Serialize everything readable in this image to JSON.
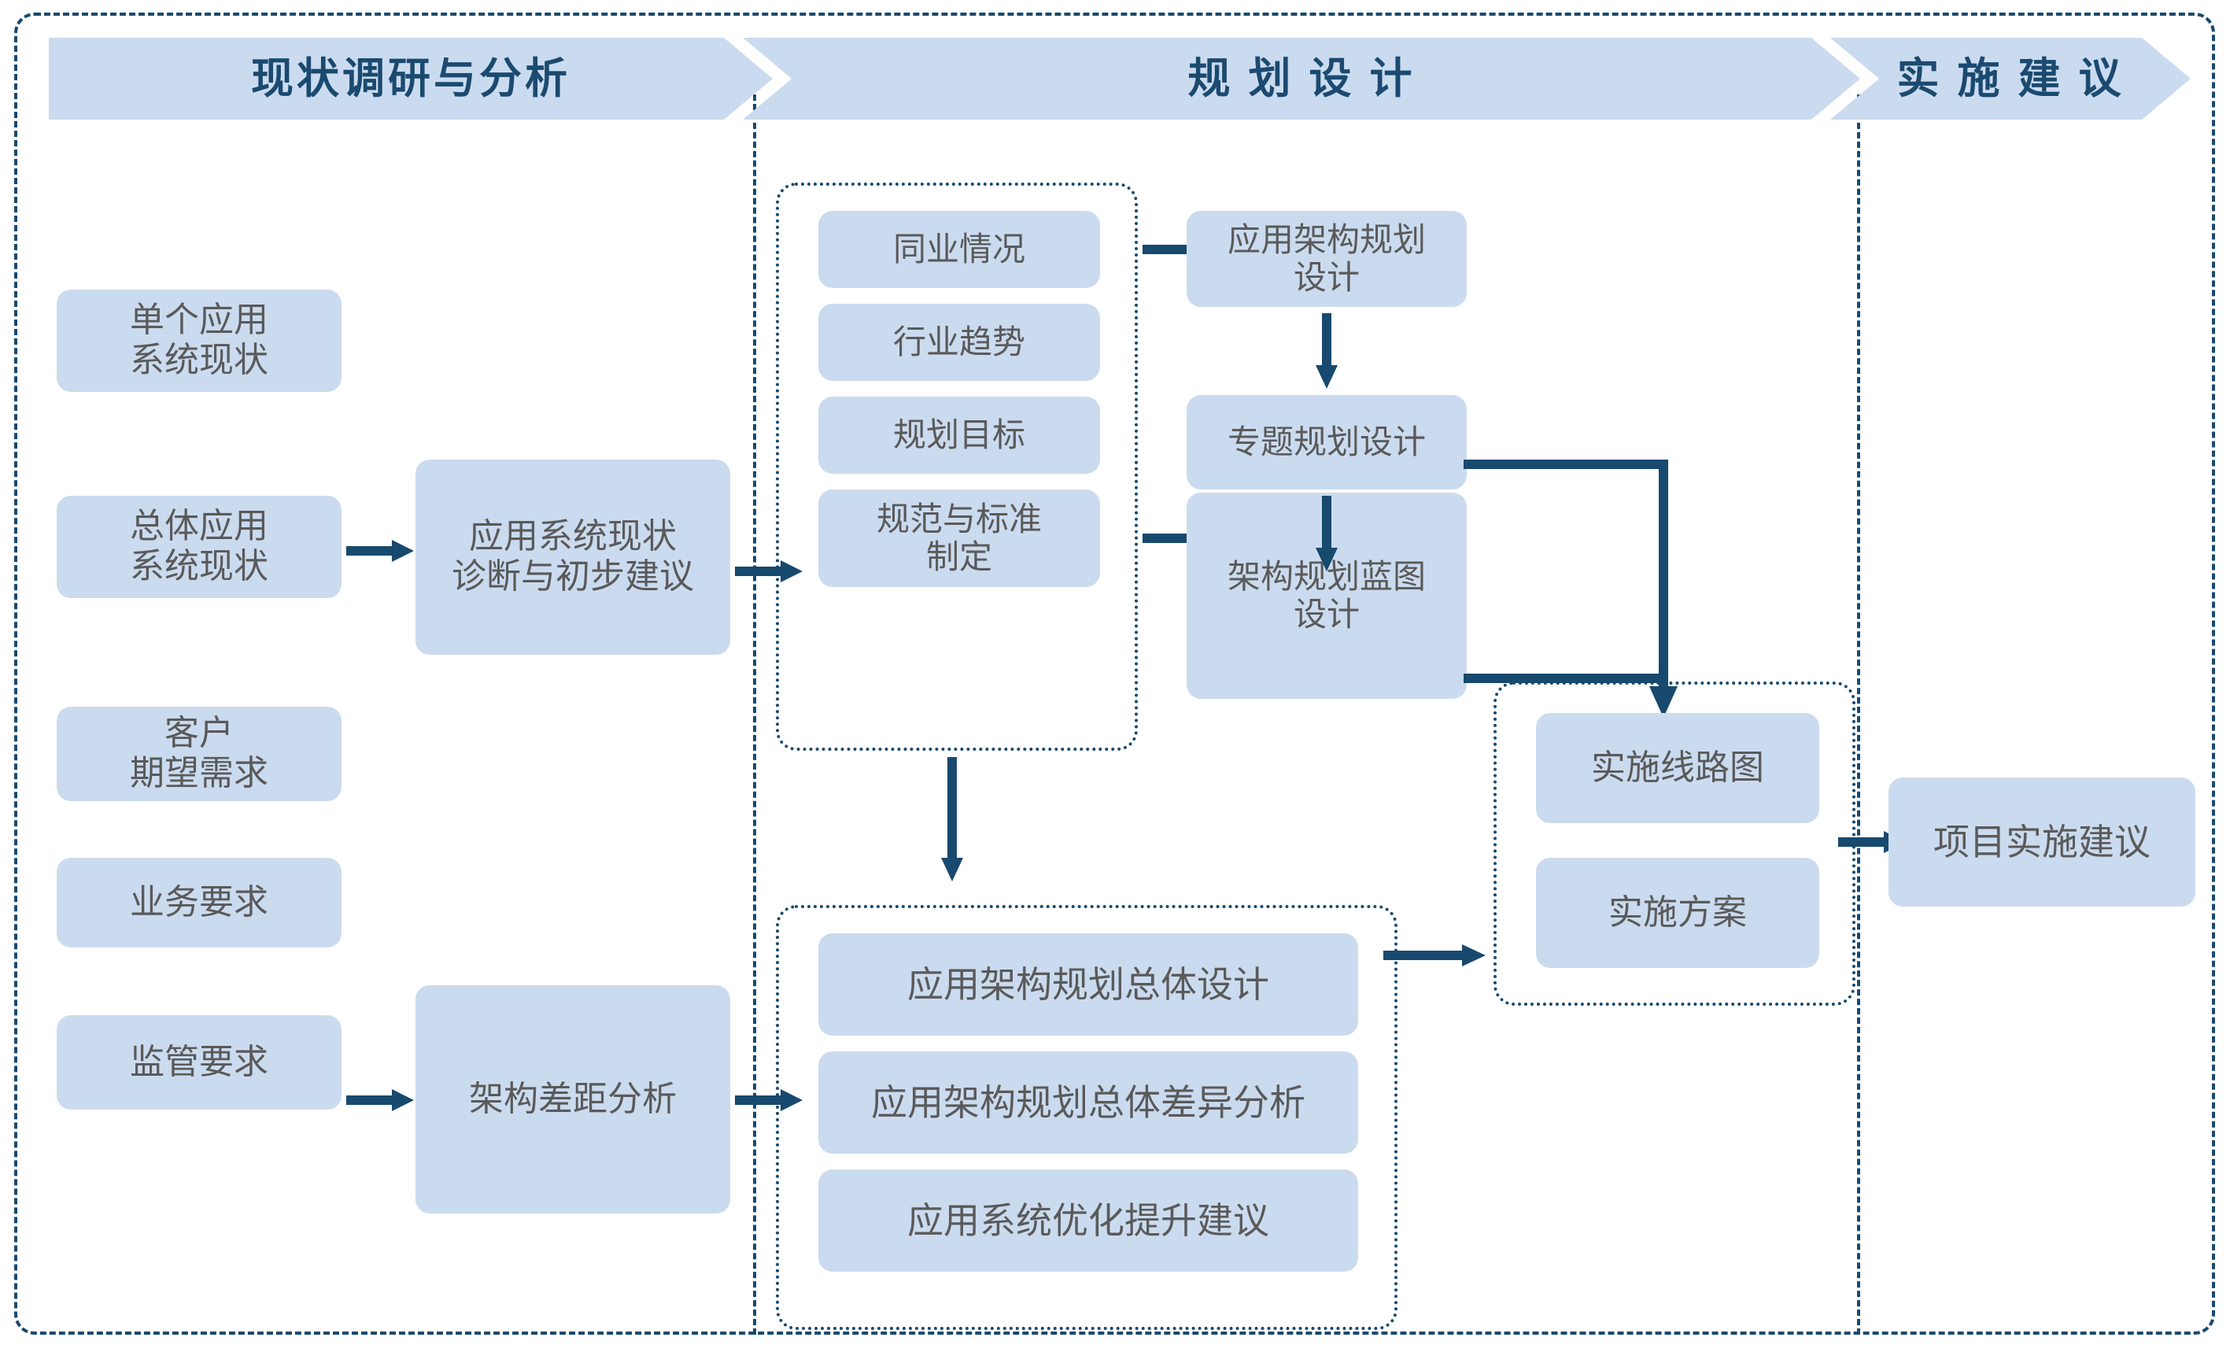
{
  "diagram": {
    "title_bar_color": "#cbdbef",
    "node_fill": "#cbdbef",
    "line_color": "#18496e",
    "node_text_color": "#5a5a5a",
    "banner_text_color": "#1b4a70"
  },
  "phases": [
    {
      "id": "phase-1",
      "label": "现状调研与分析"
    },
    {
      "id": "phase-2",
      "label": "规 划 设 计"
    },
    {
      "id": "phase-3",
      "label": "实 施 建 议"
    }
  ],
  "inputs": [
    {
      "id": "input-1",
      "label": "单个应用\n系统现状"
    },
    {
      "id": "input-2",
      "label": "总体应用\n系统现状"
    },
    {
      "id": "input-3",
      "label": "客户\n期望需求"
    },
    {
      "id": "input-4",
      "label": "业务要求"
    },
    {
      "id": "input-5",
      "label": "监管要求"
    }
  ],
  "analysis": [
    {
      "id": "analysis-1",
      "label": "应用系统现状\n诊断与初步建议"
    },
    {
      "id": "analysis-2",
      "label": "架构差距分析"
    }
  ],
  "inputs_group": {
    "id": "planning-inputs-group",
    "items": [
      {
        "id": "peer-status",
        "label": "同业情况"
      },
      {
        "id": "industry-trend",
        "label": "行业趋势"
      },
      {
        "id": "planning-goal",
        "label": "规划目标"
      },
      {
        "id": "standards",
        "label": "规范与标准\n制定"
      }
    ]
  },
  "design_chain": [
    {
      "id": "app-arch-planning-design",
      "label": "应用架构规划\n设计"
    },
    {
      "id": "topic-planning-design",
      "label": "专题规划设计"
    },
    {
      "id": "arch-blueprint-design",
      "label": "架构规划蓝图\n设计"
    }
  ],
  "overall_group": {
    "id": "overall-design-group",
    "items": [
      {
        "id": "overall-design",
        "label": "应用架构规划总体设计"
      },
      {
        "id": "overall-gap-analysis",
        "label": "应用架构规划总体差异分析"
      },
      {
        "id": "optimization-advice",
        "label": "应用系统优化提升建议"
      }
    ]
  },
  "implementation_group": {
    "id": "implementation-group",
    "items": [
      {
        "id": "implementation-roadmap",
        "label": "实施线路图"
      },
      {
        "id": "implementation-plan",
        "label": "实施方案"
      }
    ]
  },
  "outcome": {
    "id": "project-implementation-advice",
    "label": "项目实施建议"
  }
}
